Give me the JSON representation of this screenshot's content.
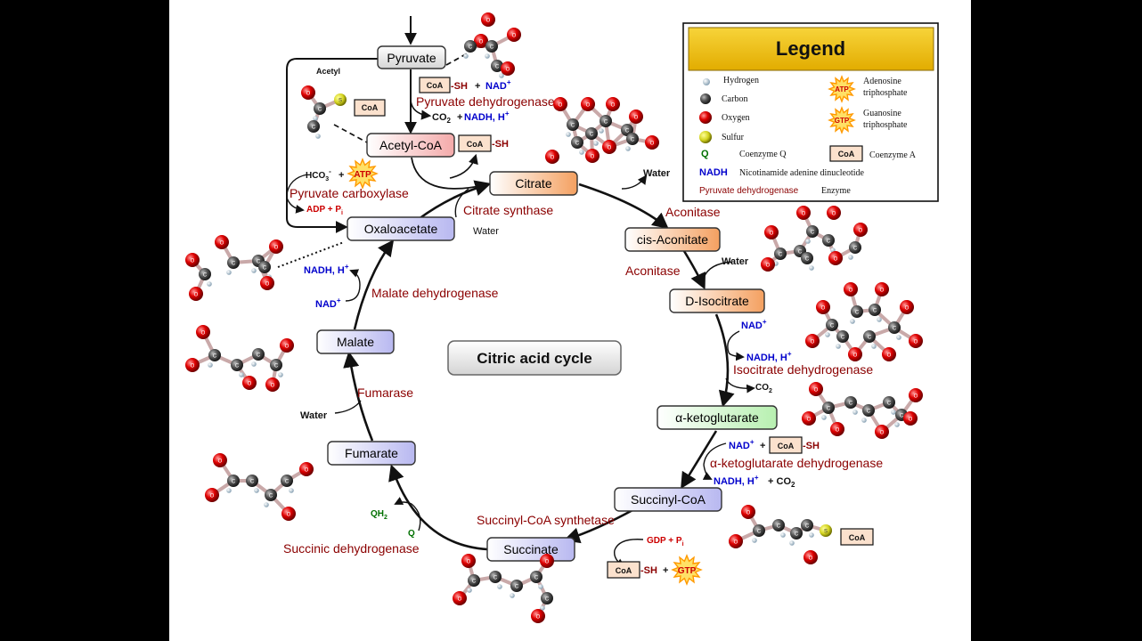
{
  "title": "Citric acid cycle",
  "colors": {
    "enzyme": "#8b0000",
    "nad": "#0000cc",
    "atp": "#cc0000",
    "q": "#007000",
    "legend_header": "#f2c21a"
  },
  "metabolites": {
    "pyruvate": "Pyruvate",
    "acetyl_coa": "Acetyl-CoA",
    "citrate": "Citrate",
    "cis_aconitate": "cis-Aconitate",
    "d_isocitrate": "D-Isocitrate",
    "alpha_ketoglutarate": "α-ketoglutarate",
    "succinyl_coa": "Succinyl-CoA",
    "succinate": "Succinate",
    "fumarate": "Fumarate",
    "malate": "Malate",
    "oxaloacetate": "Oxaloacetate"
  },
  "enzymes": {
    "pyruvate_dehydrogenase": "Pyruvate dehydrogenase",
    "pyruvate_carboxylase": "Pyruvate carboxylase",
    "citrate_synthase": "Citrate synthase",
    "aconitase_1": "Aconitase",
    "aconitase_2": "Aconitase",
    "isocitrate_dehydrogenase": "Isocitrate dehydrogenase",
    "akg_dehydrogenase": "α-ketoglutarate dehydrogenase",
    "succinyl_coa_synthetase": "Succinyl-CoA synthetase",
    "succinic_dehydrogenase": "Succinic dehydrogenase",
    "fumarase": "Fumarase",
    "malate_dehydrogenase": "Malate dehydrogenase"
  },
  "cofactors": {
    "acetyl": "Acetyl",
    "coa": "CoA",
    "sh": "-SH",
    "plus": "+",
    "nad": "NAD",
    "sup_plus": "+",
    "co2": "CO",
    "sub_2": "2",
    "nadh_h": "NADH, H",
    "hco3": "HCO",
    "sub_3": "3",
    "sup_minus": "-",
    "atp": "ATP",
    "gtp": "GTP",
    "adp_pi": "ADP + P",
    "gdp_pi": "GDP + P",
    "sub_i": "i",
    "water": "Water",
    "q": "Q",
    "qh": "QH",
    "atom_s": "S",
    "atom_o": "O",
    "atom_c": "C"
  },
  "legend": {
    "header": "Legend",
    "hydrogen": "Hydrogen",
    "carbon": "Carbon",
    "oxygen": "Oxygen",
    "sulfur": "Sulfur",
    "coenzyme_q": "Coenzyme Q",
    "q_symbol": "Q",
    "coenzyme_a": "Coenzyme A",
    "coa_symbol": "CoA",
    "nadh_symbol": "NADH",
    "nadh_desc": "Nicotinamide adenine dinucleotide",
    "enzyme_example": "Pyruvate dehydrogenase",
    "enzyme_desc": "Enzyme",
    "atp_line1": "Adenosine",
    "atp_line2": "triphosphate",
    "gtp_line1": "Guanosine",
    "gtp_line2": "triphosphate",
    "atp_symbol": "ATP",
    "gtp_symbol": "GTP"
  }
}
